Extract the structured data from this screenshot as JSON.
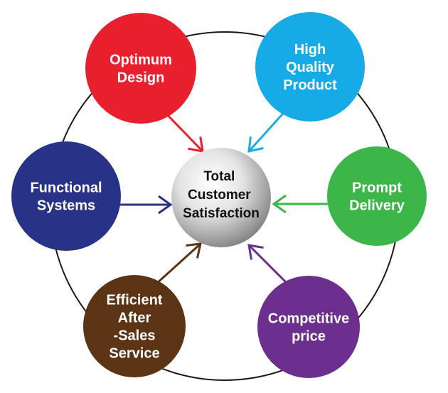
{
  "diagram": {
    "center": {
      "lines": [
        "Total",
        "Customer",
        "Satisfaction"
      ]
    },
    "nodes": [
      {
        "id": "optimum-design",
        "lines": [
          "Optimum",
          "Design"
        ],
        "color": "#e8202e",
        "arrow_color": "#e8202e"
      },
      {
        "id": "high-quality-product",
        "lines": [
          "High",
          "Quality",
          "Product"
        ],
        "color": "#16abe6",
        "arrow_color": "#16abe6"
      },
      {
        "id": "prompt-delivery",
        "lines": [
          "Prompt",
          "Delivery"
        ],
        "color": "#3cb549",
        "arrow_color": "#3cb549"
      },
      {
        "id": "competitive-price",
        "lines": [
          "Competitive",
          "price"
        ],
        "color": "#6c2f8d",
        "arrow_color": "#6c2f8d"
      },
      {
        "id": "efficient-after-sales-service",
        "lines": [
          "Efficient",
          "After",
          "-Sales",
          "Service"
        ],
        "color": "#5a3414",
        "arrow_color": "#5a3414"
      },
      {
        "id": "functional-systems",
        "lines": [
          "Functional",
          "Systems"
        ],
        "color": "#283286",
        "arrow_color": "#283286"
      }
    ]
  }
}
